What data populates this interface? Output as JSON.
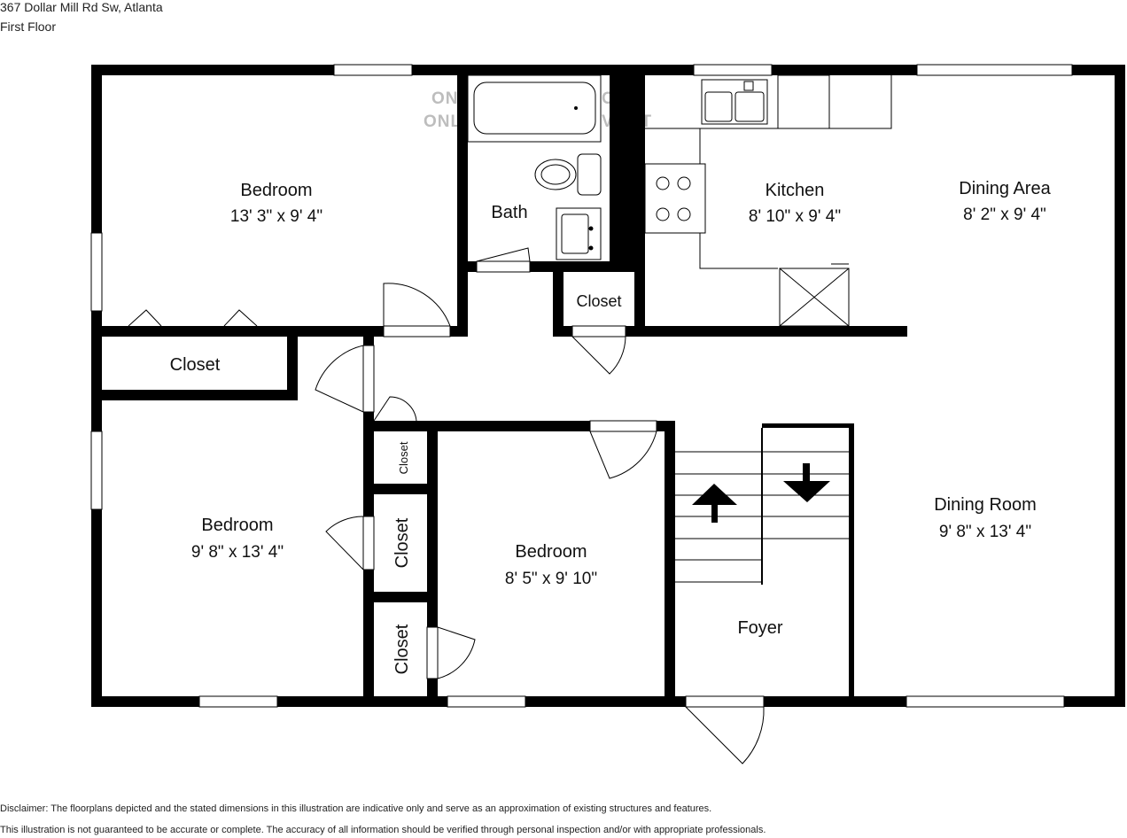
{
  "header": {
    "address": "367 Dollar Mill Rd Sw, Atlanta",
    "floor": "First Floor"
  },
  "rooms": [
    {
      "name": "Bedroom",
      "dims": "13' 3\" x 9' 4\""
    },
    {
      "name": "Bath"
    },
    {
      "name": "Kitchen",
      "dims": "8' 10\" x 9' 4\""
    },
    {
      "name": "Dining Area",
      "dims": "8' 2\" x 9' 4\""
    },
    {
      "name": "Closet"
    },
    {
      "name": "Closet"
    },
    {
      "name": "Bedroom",
      "dims": "9' 8\" x 13' 4\""
    },
    {
      "name": "Closet"
    },
    {
      "name": "Closet"
    },
    {
      "name": "Closet"
    },
    {
      "name": "Bedroom",
      "dims": "8' 5\" x 9' 10\""
    },
    {
      "name": "Dining Room",
      "dims": "9' 8\" x 13' 4\""
    },
    {
      "name": "Foyer"
    }
  ],
  "watermark": {
    "line1_left": "ON",
    "line2_left": "ONLY",
    "line1_right": "OR F",
    "line2_right": "VITAT"
  },
  "disclaimer": {
    "line1": "Disclaimer: The floorplans depicted and the stated dimensions in this illustration are indicative only and serve as an approximation of existing structures and features.",
    "line2": "This illustration is not guaranteed to be accurate or complete. The accuracy of all information should be verified through personal inspection and/or with appropriate professionals."
  }
}
